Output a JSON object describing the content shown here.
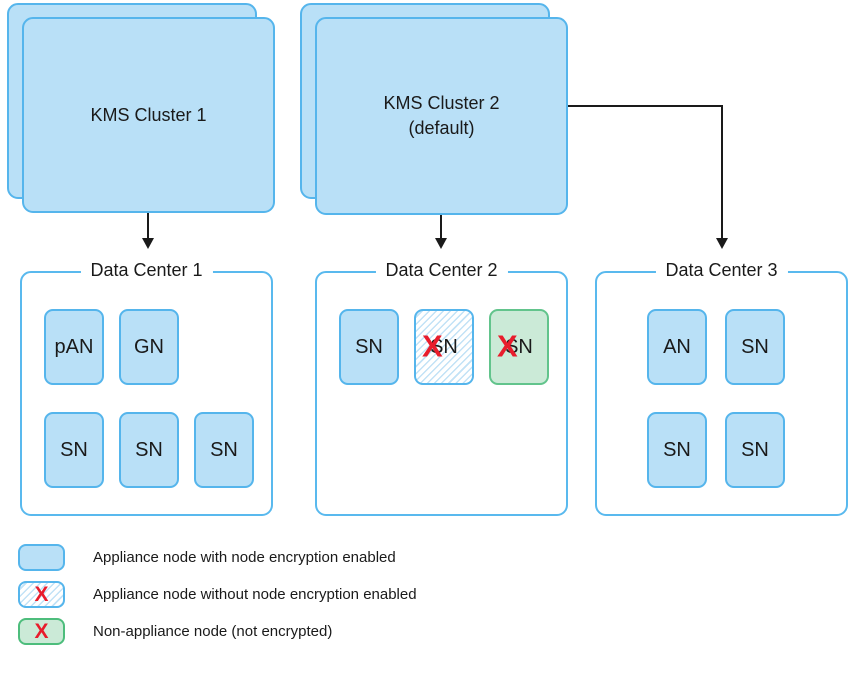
{
  "clusters": [
    {
      "label": "KMS Cluster 1",
      "sublabel": ""
    },
    {
      "label": "KMS Cluster 2",
      "sublabel": "(default)"
    }
  ],
  "data_centers": [
    {
      "title": "Data Center 1",
      "nodes": [
        {
          "label": "pAN",
          "type": "appliance-encrypted",
          "crossed": false
        },
        {
          "label": "GN",
          "type": "appliance-encrypted",
          "crossed": false
        },
        {
          "label": "SN",
          "type": "appliance-encrypted",
          "crossed": false
        },
        {
          "label": "SN",
          "type": "appliance-encrypted",
          "crossed": false
        },
        {
          "label": "SN",
          "type": "appliance-encrypted",
          "crossed": false
        }
      ]
    },
    {
      "title": "Data Center 2",
      "nodes": [
        {
          "label": "SN",
          "type": "appliance-encrypted",
          "crossed": false
        },
        {
          "label": "SN",
          "type": "appliance-unencrypted",
          "crossed": true
        },
        {
          "label": "SN",
          "type": "non-appliance",
          "crossed": true
        }
      ]
    },
    {
      "title": "Data Center 3",
      "nodes": [
        {
          "label": "AN",
          "type": "appliance-encrypted",
          "crossed": false
        },
        {
          "label": "SN",
          "type": "appliance-encrypted",
          "crossed": false
        },
        {
          "label": "SN",
          "type": "appliance-encrypted",
          "crossed": false
        },
        {
          "label": "SN",
          "type": "appliance-encrypted",
          "crossed": false
        }
      ]
    }
  ],
  "legend": [
    {
      "text": "Appliance node with node encryption enabled",
      "type": "appliance-encrypted",
      "crossed": false
    },
    {
      "text": "Appliance node without node encryption enabled",
      "type": "appliance-unencrypted",
      "crossed": true
    },
    {
      "text": "Non-appliance node (not encrypted)",
      "type": "non-appliance",
      "crossed": true
    }
  ],
  "icons": {
    "x_mark": "X"
  },
  "colors": {
    "node_fill": "#b9e0f7",
    "node_border": "#55b5ec",
    "green_fill": "#cbead7",
    "green_border": "#62c48c",
    "x_red": "#e81c2c",
    "line_black": "#1a1a1a"
  }
}
